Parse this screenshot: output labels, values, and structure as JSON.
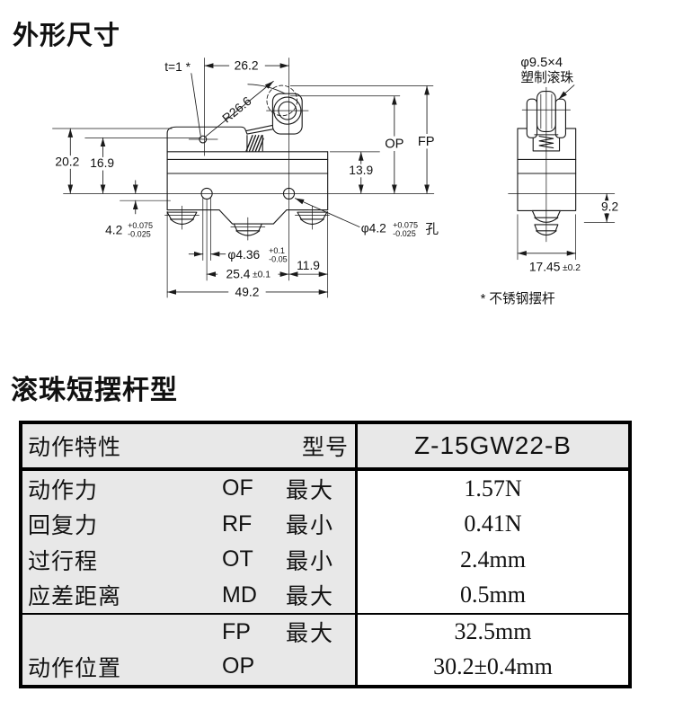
{
  "titles": {
    "main": "外形尺寸",
    "section": "滚珠短摆杆型"
  },
  "drawing": {
    "front": {
      "t_label": "t=1 *",
      "dim_top": "26.2",
      "radius": "R26.6",
      "dim_h1": "20.2",
      "dim_h2": "16.9",
      "dim_h3": "13.9",
      "op": "OP",
      "fp": "FP",
      "hole_v": "4.2",
      "hole_v_tp": "+0.075",
      "hole_v_tm": "-0.025",
      "hole_dia": "φ4.2",
      "hole_dia_tp": "+0.075",
      "hole_dia_tm": "-0.025",
      "hole_dia_suffix": "孔",
      "plunger_dia": "φ4.36",
      "plunger_tp": "+0.1",
      "plunger_tm": "-0.05",
      "pitch": "25.4",
      "pitch_tol": "±0.1",
      "dim_right": "11.9",
      "dim_width": "49.2"
    },
    "side": {
      "roller_line1": "φ9.5×4",
      "roller_line2": "塑制滚珠",
      "dim_depth": "9.2",
      "dim_w": "17.45",
      "dim_w_tol": "±0.2",
      "note": "* 不锈钢摆杆"
    }
  },
  "table": {
    "header": {
      "feature": "动作特性",
      "model_label": "型号",
      "model": "Z-15GW22-B"
    },
    "rows": [
      {
        "label": "动作力",
        "code": "OF",
        "limit": "最大",
        "value": "1.57N"
      },
      {
        "label": "回复力",
        "code": "RF",
        "limit": "最小",
        "value": "0.41N"
      },
      {
        "label": "过行程",
        "code": "OT",
        "limit": "最小",
        "value": "2.4mm"
      },
      {
        "label": "应差距离",
        "code": "MD",
        "limit": "最大",
        "value": "0.5mm"
      }
    ],
    "position": {
      "label": "动作位置",
      "rows": [
        {
          "code": "FP",
          "limit": "最大",
          "value": "32.5mm"
        },
        {
          "code": "OP",
          "limit": "",
          "value": "30.2±0.4mm"
        }
      ]
    }
  },
  "colors": {
    "table_section_bg": "#e8e8e8",
    "line": "#1a1a1a"
  }
}
